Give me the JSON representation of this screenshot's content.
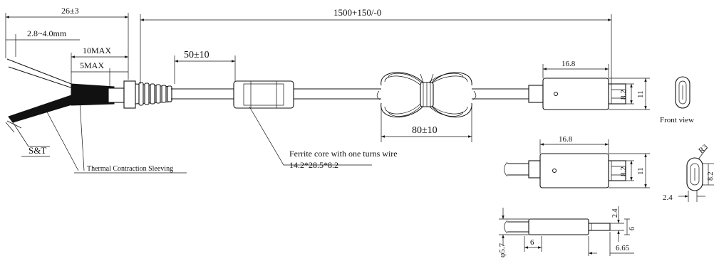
{
  "dimensions": {
    "overall_length": "1500+150/-0",
    "strip_length": "26±3",
    "wire_strip": "2.8~4.0mm",
    "sleeve_max": "10MAX",
    "sleeve_min": "5MAX",
    "core_distance": "50±10",
    "coil_length": "80±10",
    "plug_body_length_top": "16.8",
    "plug_body_length_mid": "16.8",
    "plug_tongue_top": "8.2",
    "plug_height_top": "11",
    "plug_tongue_mid": "8.2",
    "plug_height_mid": "11",
    "cable_diameter": "φ5.7",
    "overmold_length": "6",
    "tip_length": "6.65",
    "tip_offset": "2.4",
    "tip_height": "6",
    "port_radius": "R3",
    "port_height": "8.2",
    "port_width": "2.4"
  },
  "labels": {
    "s_and_t": "S&T",
    "sleeving": "Thermal Contraction Sleeving",
    "ferrite_line1": "Ferrite core with one turns wire",
    "ferrite_line2": "14.2*28.5*8.2",
    "front_view": "Front view"
  }
}
